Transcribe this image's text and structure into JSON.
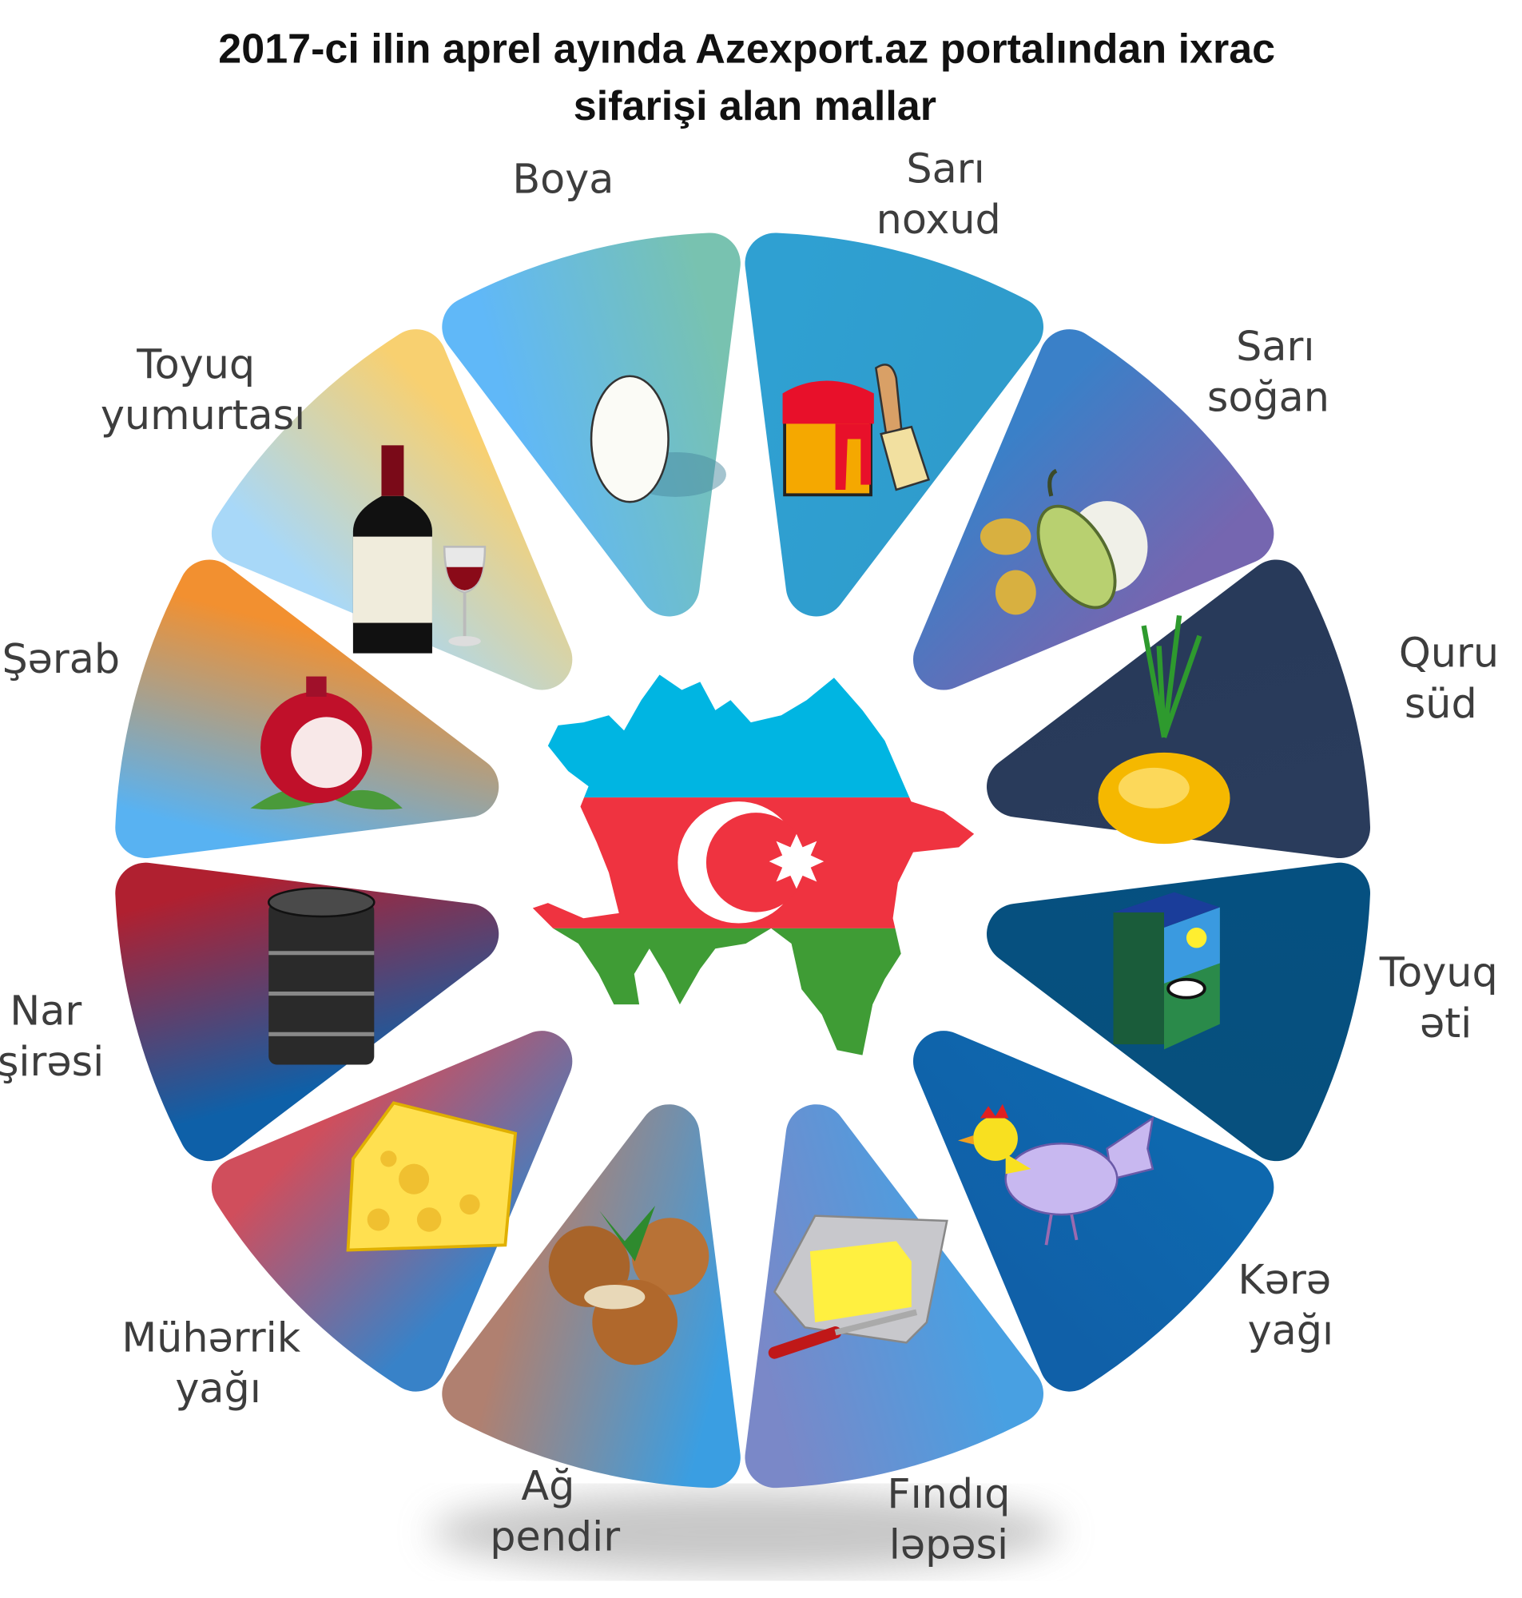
{
  "title": {
    "line1": "2017-ci ilin aprel ayında Azexport.az portalından ixrac",
    "line2": "sifarişi alan mallar"
  },
  "products": [
    {
      "lines": [
        "Boya"
      ],
      "icon": "paint-bucket-icon",
      "colors": [
        "#2fa0d2",
        "#2f9ccc"
      ]
    },
    {
      "lines": [
        "Sarı",
        "noxud"
      ],
      "icon": "chickpeas-icon",
      "colors": [
        "#3a80c8",
        "#7566b0"
      ]
    },
    {
      "lines": [
        "Sarı",
        "soğan"
      ],
      "icon": "onion-icon",
      "colors": [
        "#283a5a",
        "#2a3c5c"
      ]
    },
    {
      "lines": [
        "Quru",
        "süd"
      ],
      "icon": "milk-box-icon",
      "colors": [
        "#055080",
        "#07507e"
      ]
    },
    {
      "lines": [
        "Toyuq",
        "əti"
      ],
      "icon": "chicken-icon",
      "colors": [
        "#0e68ae",
        "#1060a8"
      ]
    },
    {
      "lines": [
        "Kərə",
        "yağı"
      ],
      "icon": "butter-icon",
      "colors": [
        "#48a0e2",
        "#7a88c8"
      ]
    },
    {
      "lines": [
        "Fındıq",
        "ləpəsi"
      ],
      "icon": "hazelnut-icon",
      "colors": [
        "#3a9ee2",
        "#b08070"
      ]
    },
    {
      "lines": [
        "Ağ",
        "pendir"
      ],
      "icon": "cheese-icon",
      "colors": [
        "#3882c8",
        "#d04e5c"
      ]
    },
    {
      "lines": [
        "Mühərrik",
        "yağı"
      ],
      "icon": "oil-barrel-icon",
      "colors": [
        "#0e60a8",
        "#b02030"
      ]
    },
    {
      "lines": [
        "Nar",
        "şirəsi"
      ],
      "icon": "pomegranate-icon",
      "colors": [
        "#58b2f2",
        "#f29030"
      ]
    },
    {
      "lines": [
        "Şərab"
      ],
      "icon": "wine-bottle-icon",
      "colors": [
        "#a8d8f8",
        "#f8d070"
      ]
    },
    {
      "lines": [
        "Toyuq",
        "yumurtası"
      ],
      "icon": "egg-icon",
      "colors": [
        "#60b8f8",
        "#78c2b0"
      ]
    }
  ],
  "flag_colors": {
    "blue": "#00b5e2",
    "red": "#ef3340",
    "green": "#3f9c35"
  }
}
